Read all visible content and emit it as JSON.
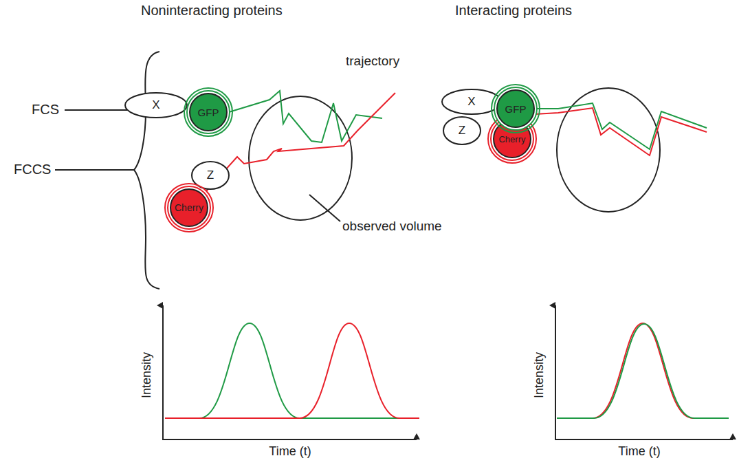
{
  "diagram": {
    "nodes": [
      {
        "text": [
          "X"
        ]
      },
      {
        "text": [
          "GFP"
        ]
      },
      {
        "text": [
          "Z"
        ]
      },
      {
        "text": [
          "Cherry"
        ]
      },
      {
        "text": [
          "X"
        ]
      },
      {
        "text": [
          "GFP"
        ]
      },
      {
        "text": [
          "Z"
        ]
      },
      {
        "text": [
          "Cherry"
        ]
      }
    ],
    "labels": [
      "Noninteracting proteins",
      "Interacting proteins",
      "trajectory",
      "FCS",
      "FCCS",
      "observed volume",
      "Intensity",
      "Time (t)",
      "Intensity",
      "Time (t)"
    ]
  }
}
